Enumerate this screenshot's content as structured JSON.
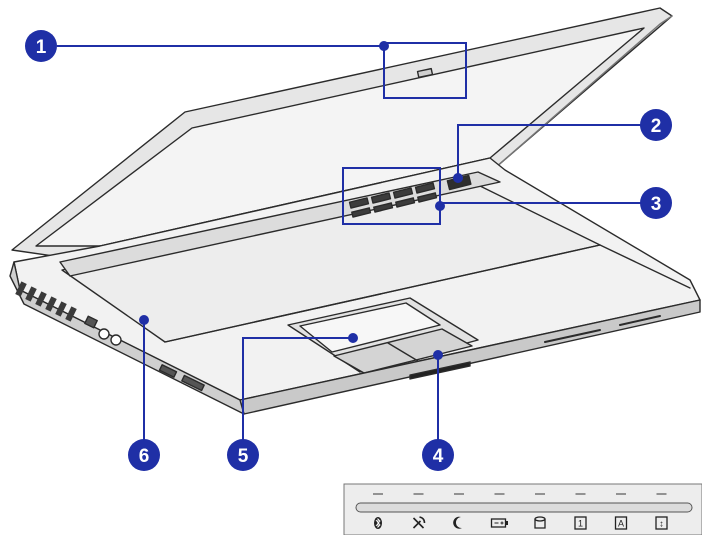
{
  "figure": {
    "subject": "laptop-front-open-view",
    "colors": {
      "callout_fill": "#1f2fa6",
      "callout_line": "#1f2fa6",
      "outline": "#2b2b2b",
      "body_fill": "#f2f2f2",
      "screen_fill": "#e9e9e9",
      "panel_fill": "#d6d6d6",
      "shadow": "#9a9a9a"
    }
  },
  "callouts": [
    {
      "id": "1",
      "label": "1"
    },
    {
      "id": "2",
      "label": "2"
    },
    {
      "id": "3",
      "label": "3"
    },
    {
      "id": "4",
      "label": "4"
    },
    {
      "id": "5",
      "label": "5"
    },
    {
      "id": "6",
      "label": "6"
    }
  ],
  "status_panel": {
    "indicators": [
      {
        "icon": "bluetooth-icon"
      },
      {
        "icon": "wireless-lan-icon"
      },
      {
        "icon": "sleep-moon-icon"
      },
      {
        "icon": "battery-icon"
      },
      {
        "icon": "hard-disk-icon"
      },
      {
        "icon": "num-lock-icon",
        "text": "1"
      },
      {
        "icon": "caps-lock-icon",
        "text": "A"
      },
      {
        "icon": "scroll-lock-icon",
        "text": "↕"
      }
    ]
  }
}
